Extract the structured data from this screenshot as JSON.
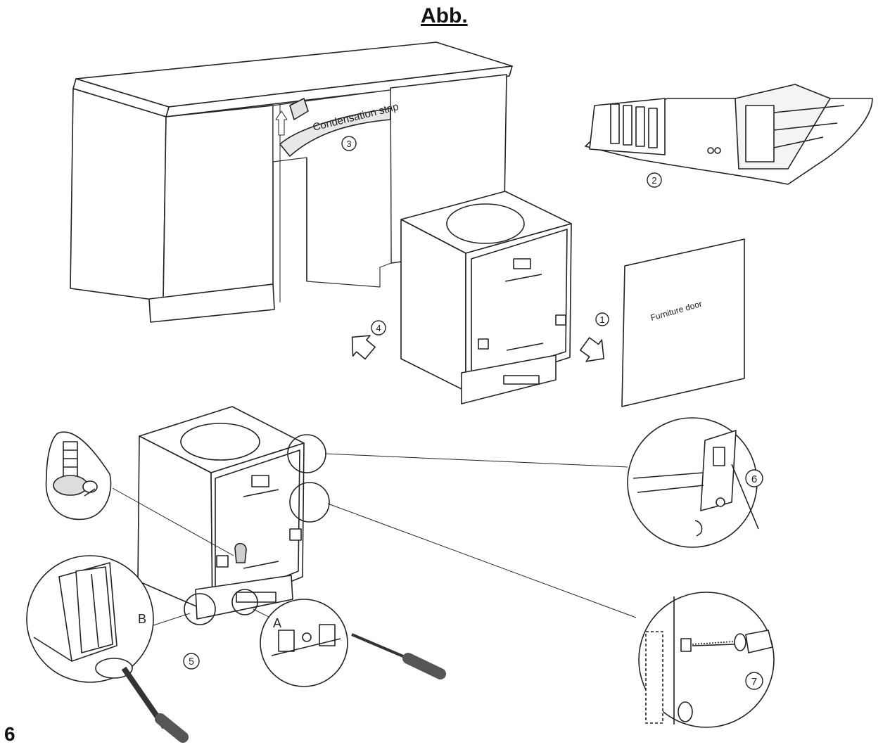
{
  "figure": {
    "title": "Abb.",
    "page_number": "6"
  },
  "labels": {
    "condensation_strip": "Condensation strip",
    "furniture_door": "Furniture door",
    "detail_a": "A",
    "detail_b": "B"
  },
  "steps": [
    "1",
    "2",
    "3",
    "4",
    "5",
    "6",
    "7"
  ],
  "colors": {
    "line": "#222222",
    "fill": "#ffffff",
    "light_fill": "#f2f2f2",
    "shade": "#cfcfcf"
  }
}
